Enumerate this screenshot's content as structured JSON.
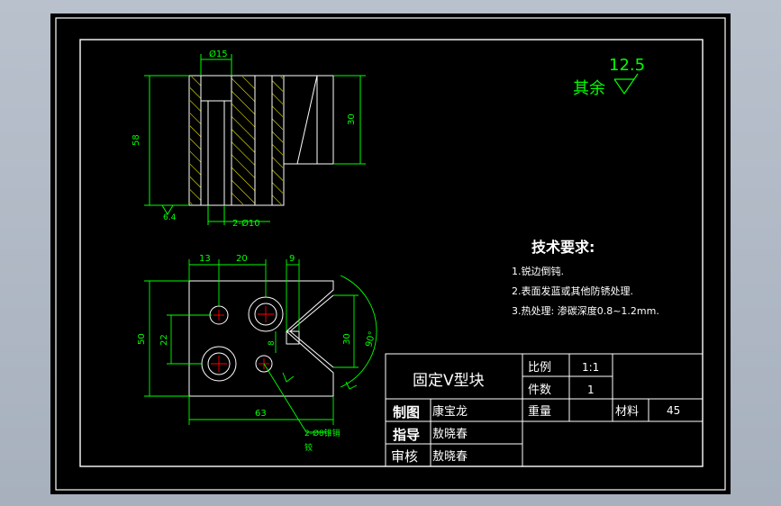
{
  "surface_finish": {
    "label": "其余",
    "value": "12.5"
  },
  "top_view": {
    "dim_top": "Ø15",
    "dim_left": "58",
    "dim_right": "30",
    "roughness": "6.4",
    "dim_holes": "2-Ø10"
  },
  "bottom_view": {
    "dim_13": "13",
    "dim_20": "20",
    "dim_9": "9",
    "dim_50": "50",
    "dim_22": "22",
    "dim_8": "8",
    "dim_30": "30",
    "dim_90": "90°",
    "dim_63": "63",
    "leader_note_1": "2-Ø8锥销",
    "leader_note_2": "铰"
  },
  "tech_req": {
    "title": "技术要求:",
    "items": [
      "1.锐边倒钝.",
      "2.表面发蓝或其他防锈处理.",
      "3.热处理: 渗碳深度0.8~1.2mm."
    ]
  },
  "title_block": {
    "part_name": "固定V型块",
    "scale_label": "比例",
    "scale_value": "1:1",
    "qty_label": "件数",
    "qty_value": "1",
    "weight_label": "重量",
    "material_label": "材料",
    "material_value": "45",
    "drawn_label": "制图",
    "drawn_by": "康宝龙",
    "guided_label": "指导",
    "guided_by": "敖晓春",
    "review_label": "审核",
    "reviewed_by": "敖晓春"
  },
  "colors": {
    "background": "#000000",
    "frame": "#ffffff",
    "dimension": "#00ff00",
    "center": "#ff0000"
  }
}
